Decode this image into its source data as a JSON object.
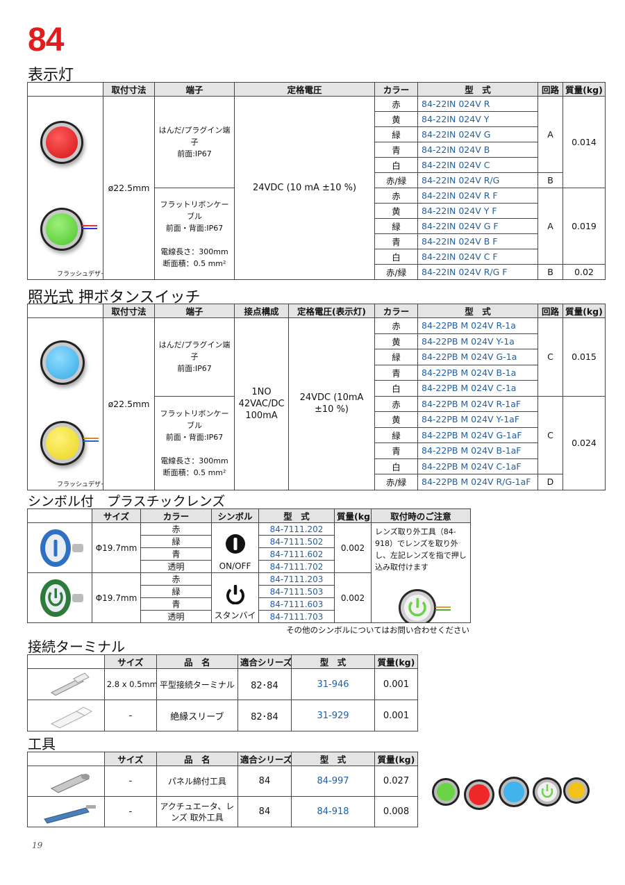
{
  "page": {
    "number": "84",
    "folio": "19"
  },
  "sec1": {
    "title": "表示灯",
    "headers": [
      "取付寸法",
      "端子",
      "定格電圧",
      "カラー",
      "型　式",
      "回路",
      "質量(kg)"
    ],
    "size": "ø22.5mm",
    "term_a": "はんだ/プラグイン端子\n前面:IP67",
    "term_b": "フラットリボンケーブル\n前面・背面:IP67\n\n電線長さ：300mm\n断面積：0.5 mm²",
    "voltage": "24VDC\n(10 mA ±10 %)",
    "caption": "フラッシュデザイン",
    "rows": [
      {
        "color": "赤",
        "model": "84-22IN 024V R"
      },
      {
        "color": "黄",
        "model": "84-22IN 024V Y"
      },
      {
        "color": "緑",
        "model": "84-22IN 024V G"
      },
      {
        "color": "青",
        "model": "84-22IN 024V B"
      },
      {
        "color": "白",
        "model": "84-22IN 024V C"
      },
      {
        "color": "赤/緑",
        "model": "84-22IN 024V R/G"
      },
      {
        "color": "赤",
        "model": "84-22IN 024V R F"
      },
      {
        "color": "黄",
        "model": "84-22IN 024V Y F"
      },
      {
        "color": "緑",
        "model": "84-22IN 024V G F"
      },
      {
        "color": "青",
        "model": "84-22IN 024V B F"
      },
      {
        "color": "白",
        "model": "84-22IN 024V C F"
      },
      {
        "color": "赤/緑",
        "model": "84-22IN 024V R/G F"
      }
    ],
    "circuit": [
      "A",
      "B",
      "A",
      "B"
    ],
    "mass": [
      "0.014",
      "0.019",
      "0.02"
    ]
  },
  "sec2": {
    "title": "照光式 押ボタンスイッチ",
    "headers": [
      "取付寸法",
      "端子",
      "接点構成",
      "定格電圧(表示灯)",
      "カラー",
      "型　式",
      "回路",
      "質量(kg)"
    ],
    "size": "ø22.5mm",
    "term_a": "はんだ/プラグイン端子\n前面:IP67",
    "term_b": "フラットリボンケーブル\n前面・背面:IP67\n\n電線長さ：300mm\n断面積：0.5 mm²",
    "contact": "1NO\n42VAC/DC\n100mA",
    "voltage": "24VDC\n(10mA ±10 %)",
    "caption": "フラッシュデザイン",
    "rows": [
      {
        "color": "赤",
        "model": "84-22PB M 024V R-1a"
      },
      {
        "color": "黄",
        "model": "84-22PB M 024V Y-1a"
      },
      {
        "color": "緑",
        "model": "84-22PB M 024V G-1a"
      },
      {
        "color": "青",
        "model": "84-22PB M 024V B-1a"
      },
      {
        "color": "白",
        "model": "84-22PB M 024V C-1a"
      },
      {
        "color": "赤",
        "model": "84-22PB M 024V R-1aF"
      },
      {
        "color": "黄",
        "model": "84-22PB M 024V Y-1aF"
      },
      {
        "color": "緑",
        "model": "84-22PB M 024V G-1aF"
      },
      {
        "color": "青",
        "model": "84-22PB M 024V B-1aF"
      },
      {
        "color": "白",
        "model": "84-22PB M 024V C-1aF"
      },
      {
        "color": "赤/緑",
        "model": "84-22PB M 024V R/G-1aF"
      }
    ],
    "circuit": [
      "C",
      "C",
      "D"
    ],
    "mass": [
      "0.015",
      "0.024"
    ]
  },
  "sec3": {
    "title": "シンボル付　プラスチックレンズ",
    "headers": [
      "サイズ",
      "カラー",
      "シンボル",
      "型　式",
      "質量(kg)",
      "取付時のご注意"
    ],
    "size": "Φ19.7mm",
    "sym1": "ON/OFF",
    "sym2": "スタンバイ",
    "rows": [
      {
        "color": "赤",
        "model": "84-7111.202"
      },
      {
        "color": "緑",
        "model": "84-7111.502"
      },
      {
        "color": "青",
        "model": "84-7111.602"
      },
      {
        "color": "透明",
        "model": "84-7111.702"
      },
      {
        "color": "赤",
        "model": "84-7111.203"
      },
      {
        "color": "緑",
        "model": "84-7111.503"
      },
      {
        "color": "青",
        "model": "84-7111.603"
      },
      {
        "color": "透明",
        "model": "84-7111.703"
      }
    ],
    "mass": [
      "0.002",
      "0.002"
    ],
    "note": "レンズ取り外工具（84-918）でレンズを取り外し、左記レンズを指で押し込み取付けます",
    "footnote": "その他のシンボルについてはお問い合わせください"
  },
  "sec4": {
    "title": "接続ターミナル",
    "headers": [
      "サイズ",
      "品　名",
      "適合シリーズ",
      "型　式",
      "質量(kg)"
    ],
    "rows": [
      {
        "size": "2.8 x 0.5mm",
        "name": "平型接続ターミナル",
        "series": "82･84",
        "model": "31-946",
        "mass": "0.001"
      },
      {
        "size": "-",
        "name": "絶縁スリーブ",
        "series": "82･84",
        "model": "31-929",
        "mass": "0.001"
      }
    ]
  },
  "sec5": {
    "title": "工具",
    "headers": [
      "サイズ",
      "品　名",
      "適合シリーズ",
      "型　式",
      "質量(kg)"
    ],
    "rows": [
      {
        "size": "-",
        "name": "パネル締付工具",
        "series": "84",
        "model": "84-997",
        "mass": "0.027"
      },
      {
        "size": "-",
        "name": "アクチュエータ、レンズ\n取外工具",
        "series": "84",
        "model": "84-918",
        "mass": "0.008"
      }
    ]
  },
  "colors": {
    "red_title": "#e11c1c",
    "model_blue": "#1f5fa8",
    "header_gray": "#e4e4e4"
  }
}
